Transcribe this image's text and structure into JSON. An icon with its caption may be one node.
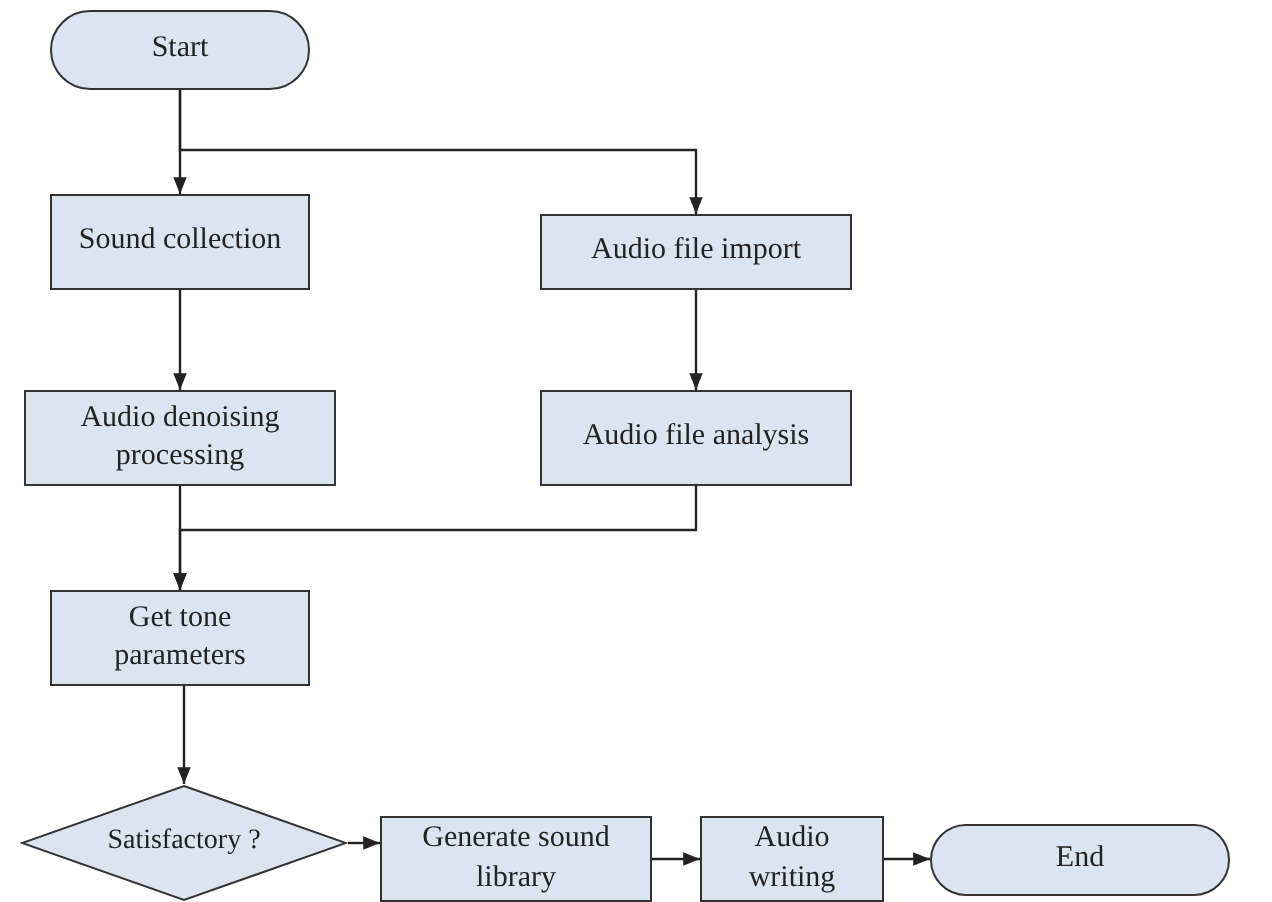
{
  "diagram": {
    "nodes": [
      {
        "text": [
          "Start"
        ]
      },
      {
        "text": [
          "Sound collection"
        ]
      },
      {
        "text": [
          "Audio file import"
        ]
      },
      {
        "text": [
          "Audio denoising processing"
        ]
      },
      {
        "text": [
          "Audio file analysis"
        ]
      },
      {
        "text": [
          "Get tone parameters"
        ]
      },
      {
        "text": [
          "Satisfactory ?"
        ]
      },
      {
        "text": [
          "Generate sound library"
        ]
      },
      {
        "text": [
          "Audio writing"
        ]
      },
      {
        "text": [
          "End"
        ]
      }
    ],
    "edges": [
      {
        "from": 0,
        "to": 1,
        "arrow": "to"
      },
      {
        "from": 0,
        "to": 2,
        "arrow": "to"
      },
      {
        "from": 1,
        "to": 3,
        "arrow": "to"
      },
      {
        "from": 2,
        "to": 4,
        "arrow": "to"
      },
      {
        "from": 3,
        "to": 5,
        "arrow": "to"
      },
      {
        "from": 4,
        "to": 5,
        "arrow": "to"
      },
      {
        "from": 5,
        "to": 6,
        "arrow": "to"
      },
      {
        "from": 6,
        "to": 7,
        "arrow": "to"
      },
      {
        "from": 7,
        "to": 8,
        "arrow": "to"
      },
      {
        "from": 8,
        "to": 9,
        "arrow": "to"
      }
    ]
  }
}
